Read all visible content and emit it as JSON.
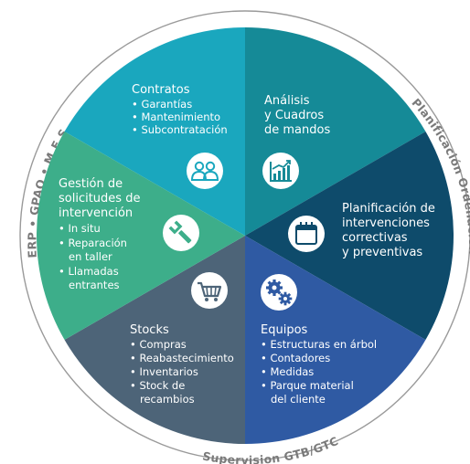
{
  "ring": {
    "left": "ERP • GPAO • M.E.S",
    "right": "Planificación Ordenación",
    "bottom": "Supervision GTB/GTC"
  },
  "segments": {
    "contratos": {
      "title": "Contratos",
      "items": [
        "Garantías",
        "Mantenimiento",
        "Subcontratación"
      ],
      "icon": "users-icon",
      "color": "#1aa7be"
    },
    "analisis": {
      "title_lines": [
        "Análisis",
        "y Cuadros",
        "de mandos"
      ],
      "icon": "bar-chart-icon",
      "color": "#158a97"
    },
    "planificacion": {
      "title_lines": [
        "Planificación de",
        "intervenciones",
        "correctivas",
        "y preventivas"
      ],
      "icon": "calendar-icon",
      "color": "#0e4b6b"
    },
    "equipos": {
      "title": "Equipos",
      "items": [
        [
          "Estructuras en árbol"
        ],
        [
          "Contadores"
        ],
        [
          "Medidas"
        ],
        [
          "Parque material",
          "del cliente"
        ]
      ],
      "icon": "gears-icon",
      "color": "#2f5aa3"
    },
    "stocks": {
      "title": "Stocks",
      "items": [
        [
          "Compras"
        ],
        [
          "Reabastecimiento"
        ],
        [
          "Inventarios"
        ],
        [
          "Stock de",
          "recambios"
        ]
      ],
      "icon": "cart-icon",
      "color": "#4d6478"
    },
    "gestion": {
      "title_lines": [
        "Gestión de",
        "solicitudes de",
        "intervención"
      ],
      "items": [
        [
          "In situ"
        ],
        [
          "Reparación",
          "en taller"
        ],
        [
          "Llamadas",
          "entrantes"
        ]
      ],
      "icon": "wrench-icon",
      "color": "#3dae8a"
    }
  }
}
